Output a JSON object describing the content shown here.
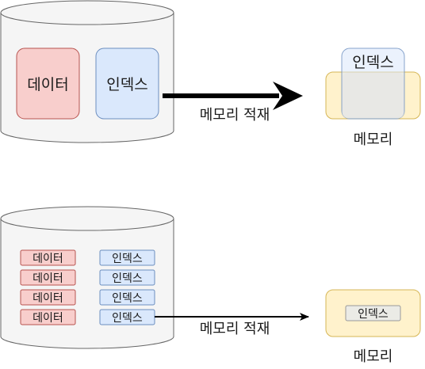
{
  "top": {
    "data_box": "데이터",
    "index_box": "인덱스",
    "arrow_label": "메모리 적재",
    "memory_index": "인덱스",
    "memory_caption": "메모리"
  },
  "bottom": {
    "rows": [
      {
        "data": "데이터",
        "index": "인덱스"
      },
      {
        "data": "데이터",
        "index": "인덱스"
      },
      {
        "data": "데이터",
        "index": "인덱스"
      },
      {
        "data": "데이터",
        "index": "인덱스"
      }
    ],
    "arrow_label": "메모리 적재",
    "memory_index": "인덱스",
    "memory_caption": "메모리"
  },
  "colors": {
    "cylinder_fill": "#f5f5f5",
    "cylinder_stroke": "#666666",
    "data_fill": "#f8cecc",
    "data_stroke": "#b85450",
    "index_fill": "#dae8fc",
    "index_stroke": "#6c8ebf",
    "memory_fill": "#fff2cc",
    "memory_stroke": "#d6b656",
    "overlap_fill": "#e6e6e6",
    "arrow": "#000000"
  }
}
